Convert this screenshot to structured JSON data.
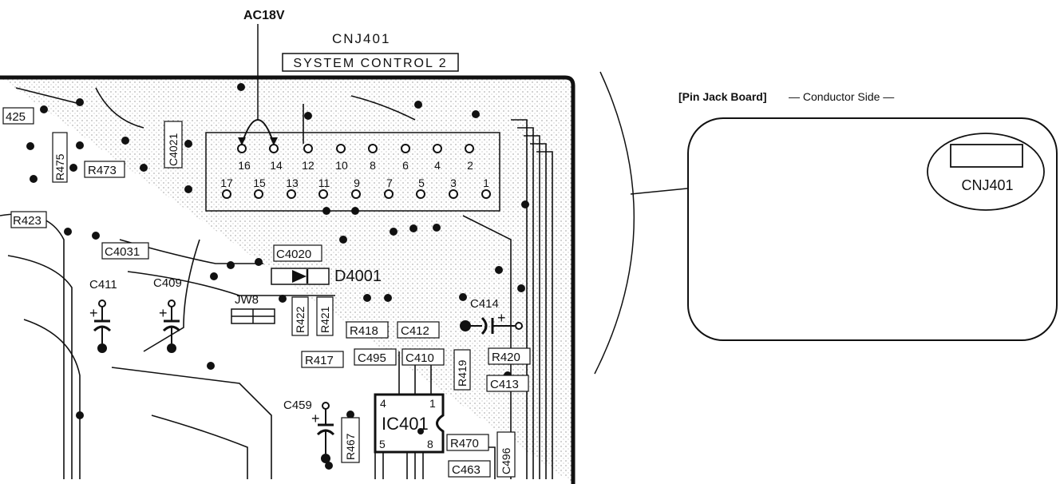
{
  "annotation": {
    "ac_label": "AC18V"
  },
  "connector": {
    "title": "CNJ401",
    "banner": "SYSTEM CONTROL 2",
    "pins_top": [
      "16",
      "14",
      "12",
      "10",
      "8",
      "6",
      "4",
      "2"
    ],
    "pins_bottom": [
      "17",
      "15",
      "13",
      "11",
      "9",
      "7",
      "5",
      "3",
      "1"
    ]
  },
  "components": {
    "r425": "425",
    "r475": "R475",
    "r473": "R473",
    "c4021": "C4021",
    "r423": "R423",
    "c4031": "C4031",
    "c4020": "C4020",
    "d4001": "D4001",
    "c411": "C411",
    "c409": "C409",
    "jw8": "JW8",
    "r422": "R422",
    "r421": "R421",
    "c414": "C414",
    "r418": "R418",
    "c412": "C412",
    "r417": "R417",
    "c495": "C495",
    "c410": "C410",
    "r419": "R419",
    "r420": "R420",
    "c413": "C413",
    "c459": "C459",
    "r467": "R467",
    "ic401": "IC401",
    "ic_pin4": "4",
    "ic_pin1": "1",
    "ic_pin5": "5",
    "ic_pin8": "8",
    "r470": "R470",
    "c496": "C496",
    "c463": "C463",
    "polarity_plus": "+"
  },
  "inset": {
    "heading_bold": "[Pin Jack Board]",
    "heading_rest": "— Conductor Side —",
    "connector_label": "CNJ401"
  },
  "colors": {
    "ink": "#111111",
    "board": "#ffffff",
    "pad": "#111111"
  }
}
